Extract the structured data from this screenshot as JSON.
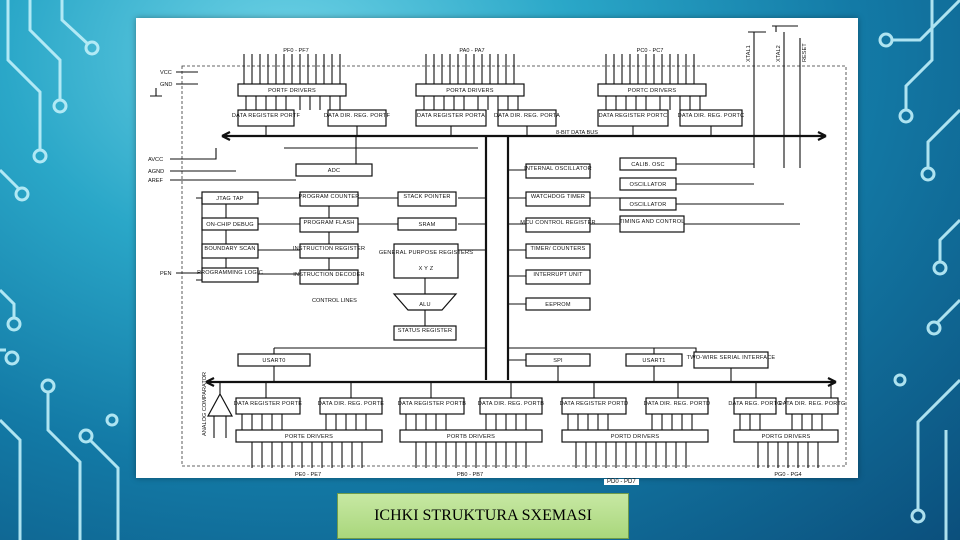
{
  "caption": "ICHKI STRUKTURA SXEMASI",
  "colors": {
    "accent": "#2aa7c8",
    "caption_bg": "#b8df8f",
    "diagram_ink": "#111111"
  },
  "diagram": {
    "top_ports": [
      "PF0 - PF7",
      "PA0 - PA7",
      "PC0 - PC7"
    ],
    "top_signals": [
      "XTAL1",
      "XTAL2",
      "RESET"
    ],
    "power_pins": [
      "VCC",
      "GND"
    ],
    "analog_pins": [
      "AVCC",
      "AGND",
      "AREF"
    ],
    "pen_pin": "PEN",
    "bottom_ports": [
      "PE0 - PE7",
      "PB0 - PB7",
      "PG0 - PG4"
    ],
    "bottom_port_d": "PD0 - PD7",
    "vertical_label": "ANALOG COMPARATOR",
    "bus_label": "8-BIT DATA BUS",
    "blocks": {
      "portf_drivers": "PORTF DRIVERS",
      "porta_drivers": "PORTA DRIVERS",
      "portc_drivers": "PORTC DRIVERS",
      "dr_portf": "DATA REGISTER PORTF",
      "ddr_portf": "DATA DIR. REG. PORTF",
      "dr_porta": "DATA REGISTER PORTA",
      "ddr_porta": "DATA DIR. REG. PORTA",
      "dr_portc": "DATA REGISTER PORTC",
      "ddr_portc": "DATA DIR. REG. PORTC",
      "adc": "ADC",
      "internal_osc": "INTERNAL OSCILLATOR",
      "calib_osc": "CALIB. OSC",
      "oscillator1": "OSCILLATOR",
      "oscillator2": "OSCILLATOR",
      "jtag": "JTAG TAP",
      "program_counter": "PROGRAM COUNTER",
      "stack_pointer": "STACK POINTER",
      "watchdog": "WATCHDOG TIMER",
      "timing_control": "TIMING AND CONTROL",
      "ocd": "ON-CHIP DEBUG",
      "program_flash": "PROGRAM FLASH",
      "sram": "SRAM",
      "mcu_control": "MCU CONTROL REGISTER",
      "boundary_scan": "BOUNDARY SCAN",
      "instruction_register": "INSTRUCTION REGISTER",
      "gp_registers": "GENERAL PURPOSE REGISTERS",
      "xyz": "X Y Z",
      "timer_counters": "TIMER/ COUNTERS",
      "programming_logic": "PROGRAMMING LOGIC",
      "instruction_decoder": "INSTRUCTION DECODER",
      "interrupt_unit": "INTERRUPT UNIT",
      "control_lines": "CONTROL LINES",
      "alu": "ALU",
      "eeprom": "EEPROM",
      "status_register": "STATUS REGISTER",
      "usart0": "USART0",
      "spi": "SPI",
      "usart1": "USART1",
      "twi": "TWO-WIRE SERIAL INTERFACE",
      "dr_porte": "DATA REGISTER PORTE",
      "ddr_porte": "DATA DIR. REG. PORTE",
      "dr_portb": "DATA REGISTER PORTB",
      "ddr_portb": "DATA DIR. REG. PORTB",
      "dr_portd": "DATA REGISTER PORTD",
      "ddr_portd": "DATA DIR. REG. PORTD",
      "dr_portg": "DATA REG. PORTG",
      "ddr_portg": "DATA DIR. REG. PORTG",
      "porte_drivers": "PORTE DRIVERS",
      "portb_drivers": "PORTB DRIVERS",
      "portd_drivers": "PORTD DRIVERS",
      "portg_drivers": "PORTG DRIVERS"
    }
  }
}
